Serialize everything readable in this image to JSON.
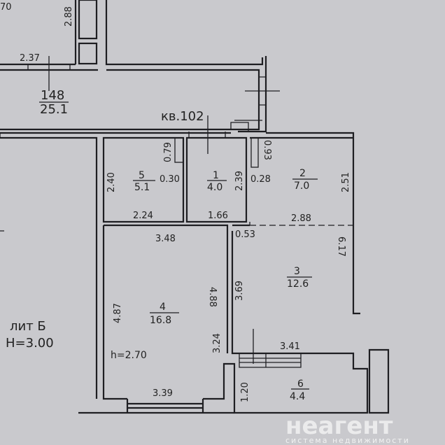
{
  "plan": {
    "apartment": "кв.102",
    "building_label": "лит Б",
    "building_height": "Н=3.00",
    "room_height": "h=2.70",
    "rooms": [
      {
        "num": "148",
        "area": "25.1"
      },
      {
        "num": "5",
        "area": "5.1"
      },
      {
        "num": "1",
        "area": "4.0"
      },
      {
        "num": "2",
        "area": "7.0"
      },
      {
        "num": "3",
        "area": "12.6"
      },
      {
        "num": "4",
        "area": "16.8"
      },
      {
        "num": "6",
        "area": "4.4"
      }
    ],
    "dims": {
      "top_partial": "70",
      "d288a": "2.88",
      "d237": "2.37",
      "d079": "0.79",
      "d030": "0.30",
      "d240": "2.40",
      "d224": "2.24",
      "d239": "2.39",
      "d166": "1.66",
      "d093": "0.93",
      "d028": "0.28",
      "d251": "2.51",
      "d288b": "2.88",
      "d053": "0.53",
      "d617": "6.17",
      "d348": "3.48",
      "d487": "4.87",
      "d488": "4.88",
      "d369": "3.69",
      "d324": "3.24",
      "d341": "3.41",
      "d339": "3.39",
      "d120": "1.20"
    }
  },
  "watermark": {
    "brand": "неагент",
    "tagline": "система недвижимости"
  }
}
